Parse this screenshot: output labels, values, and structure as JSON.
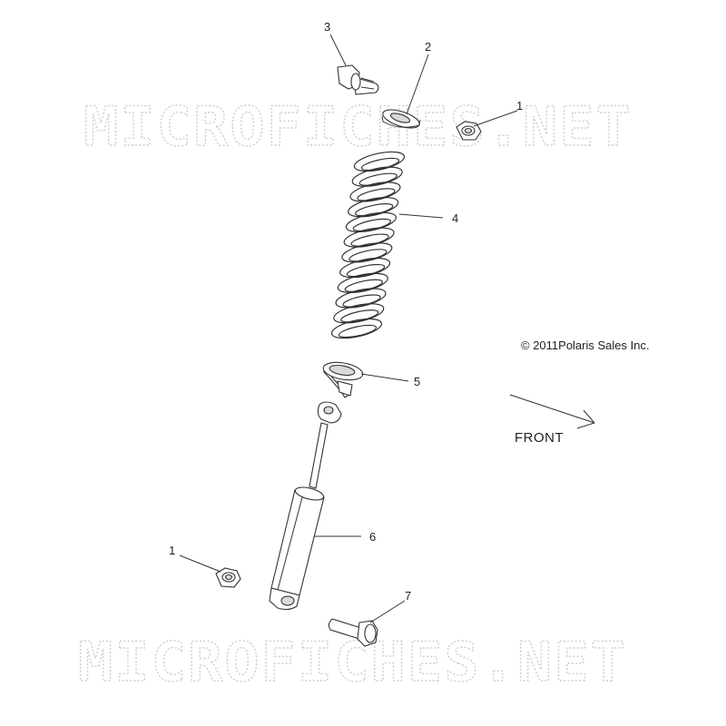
{
  "watermark": {
    "top": "MICROFICHES.NET",
    "bottom": "MICROFICHES.NET"
  },
  "copyright": "© 2011Polaris Sales Inc.",
  "direction_label": "FRONT",
  "callouts": {
    "c1_top": "1",
    "c1_bottom": "1",
    "c2": "2",
    "c3": "3",
    "c4": "4",
    "c5": "5",
    "c6": "6",
    "c7": "7"
  },
  "icons": [
    "flange-bolt",
    "spring-retainer",
    "flange-nut",
    "coil-spring",
    "spring-seat",
    "shock-absorber",
    "flange-nut",
    "bolt",
    "direction-arrow"
  ]
}
